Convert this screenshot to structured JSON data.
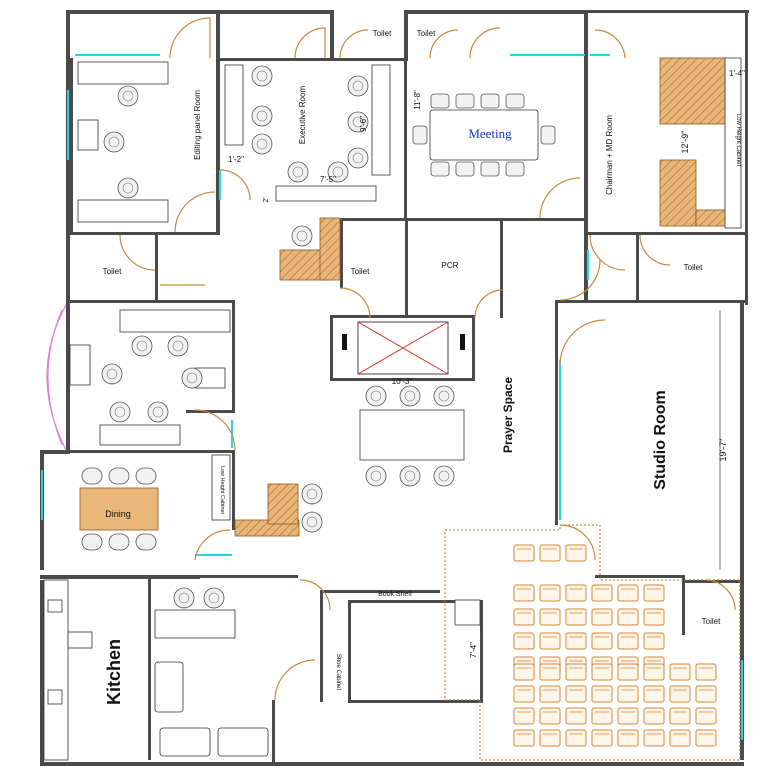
{
  "rooms": {
    "toilet_top_left": "Toilet",
    "toilet_top_right": "Toilet",
    "editing_panel": "Editing panel Room",
    "executive": "Executive Room",
    "meeting": "Meeting",
    "chairman": "Chairman + MD Room",
    "low_height_cabinet_right": "Low Height Cabinet",
    "toilet_mid_left": "Toilet",
    "toilet_mid_center": "Toilet",
    "pcr": "PCR",
    "toilet_mid_right": "Toilet",
    "prayer_space": "Prayer Space",
    "studio_room": "Studio Room",
    "dining": "Dining",
    "low_height_cabinet_left": "Low Height Cabinet",
    "kitchen": "Kitchen",
    "book_shelf": "Book Shelf",
    "shoe_cabinet": "Shoe Cabinet",
    "toilet_bottom_right": "Toilet"
  },
  "dimensions": {
    "d1": "1'-2\"",
    "d2": "7'-5\"",
    "d3": "2'",
    "d4": "9'-6\"",
    "d5": "11'-8\"",
    "d6": "1'-4\"",
    "d7": "12'-9\"",
    "d8": "10'-3\"",
    "d9": "19'-7\"",
    "d10": "7'-4\""
  },
  "colors": {
    "wall": "#4a4a4a",
    "glass": "#26d4e6",
    "door": "#c88a3c",
    "wood": "#c9863f",
    "seat": "#d7863a",
    "meeting_text": "#1a2fd6",
    "lift_cross": "#e03030",
    "curved_window": "#e07ad8"
  }
}
